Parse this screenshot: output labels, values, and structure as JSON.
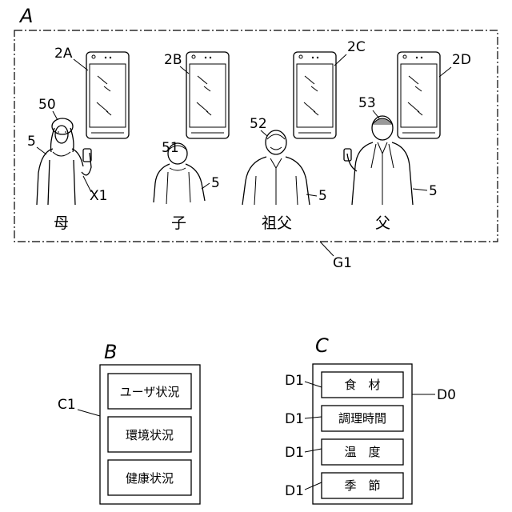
{
  "panel_a": {
    "letter": "A",
    "group_label": "G1",
    "person_ref": "5",
    "devices": [
      {
        "label": "2A"
      },
      {
        "label": "2B"
      },
      {
        "label": "2C"
      },
      {
        "label": "2D"
      }
    ],
    "people": [
      {
        "ref": "50",
        "name": "母",
        "extra": "X1"
      },
      {
        "ref": "51",
        "name": "子"
      },
      {
        "ref": "52",
        "name": "祖父"
      },
      {
        "ref": "53",
        "name": "父"
      }
    ]
  },
  "panel_b": {
    "letter": "B",
    "label": "C1",
    "items": [
      "ユーザ状況",
      "環境状況",
      "健康状況"
    ]
  },
  "panel_c": {
    "letter": "C",
    "outer_label": "D0",
    "item_label": "D1",
    "items": [
      "食　材",
      "調理時間",
      "温　度",
      "季　節"
    ]
  }
}
